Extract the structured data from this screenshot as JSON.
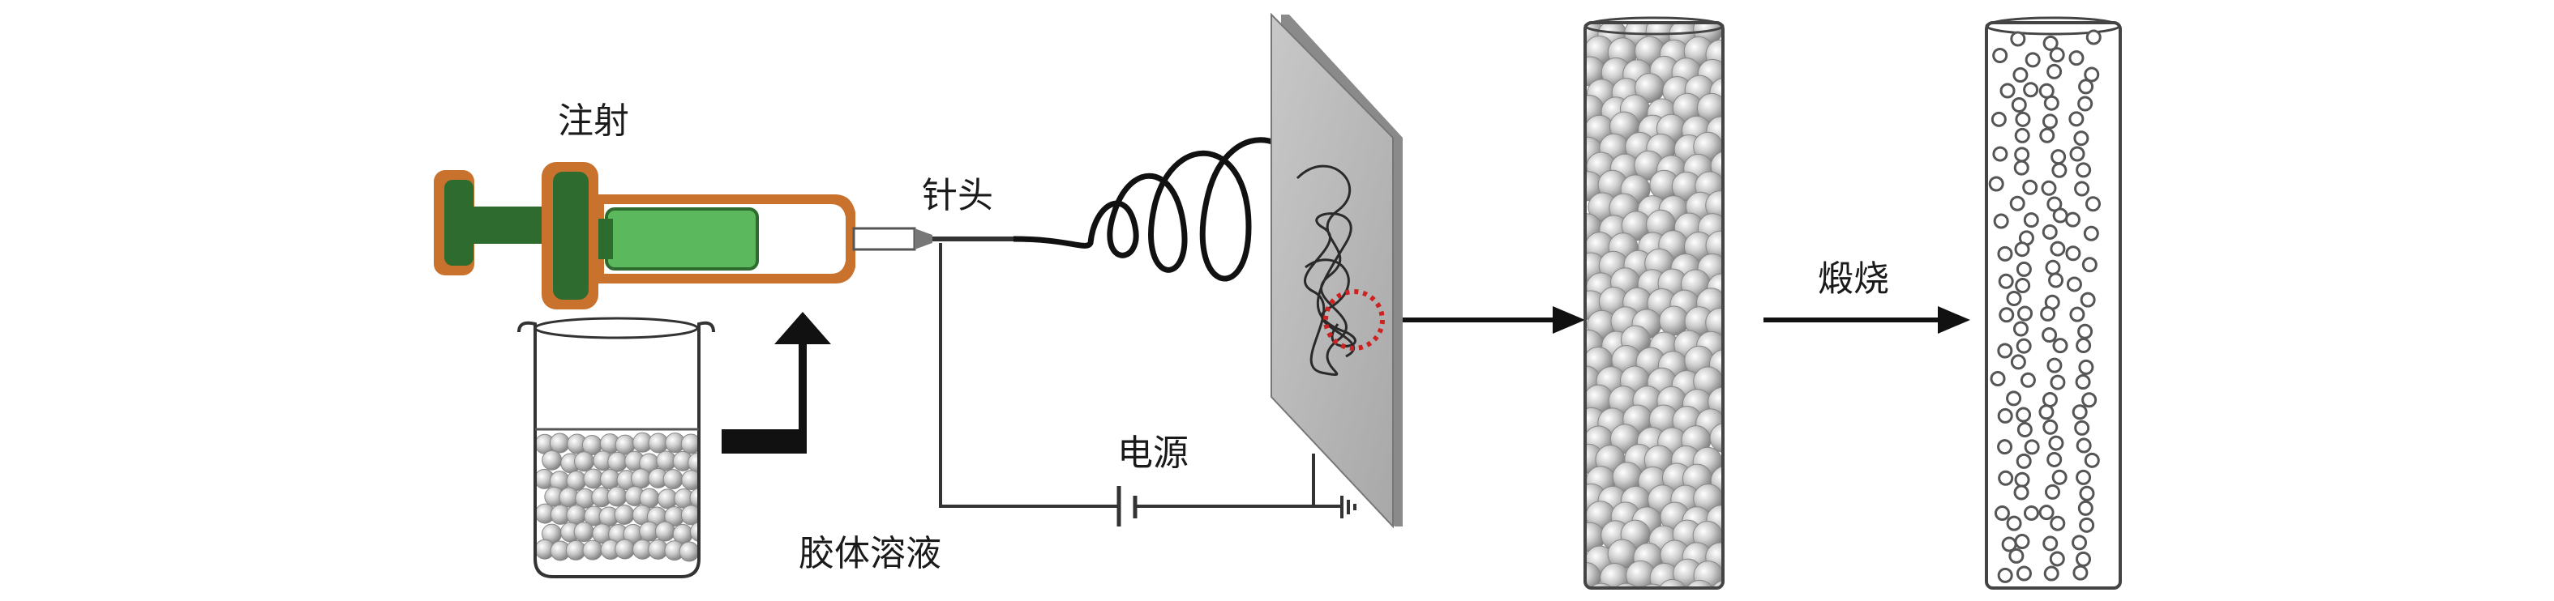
{
  "labels": {
    "injection": "注射",
    "needle": "针头",
    "power_source": "电源",
    "colloid_solution": "胶体溶液",
    "calcination": "煅烧"
  },
  "colors": {
    "syringe_green": "#2e6b2e",
    "syringe_green_light": "#5cb85c",
    "syringe_orange": "#c8722e",
    "line": "#111111",
    "collector_plate": "#b5b5b5",
    "red_marker": "#cc2222",
    "sphere": "#bdbdbd"
  }
}
